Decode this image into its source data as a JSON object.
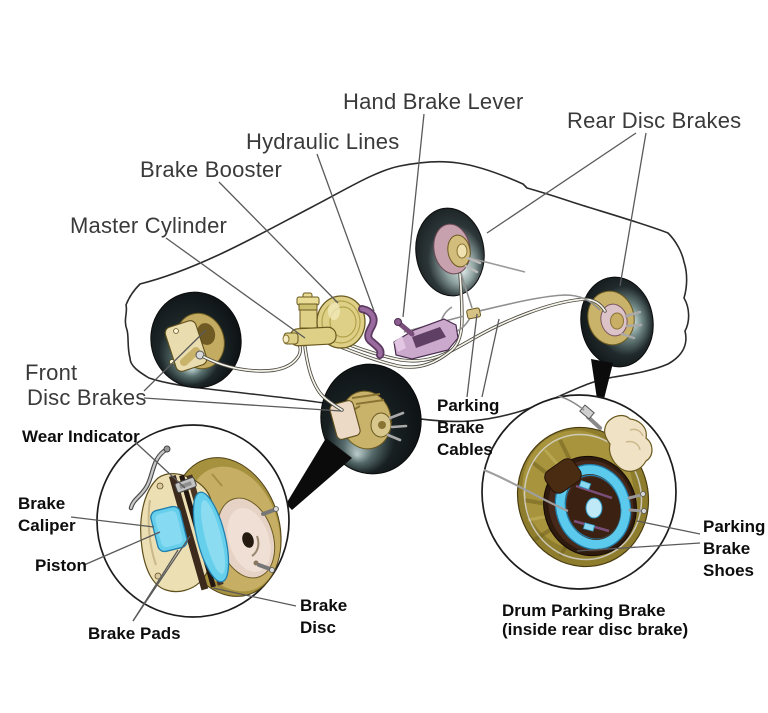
{
  "figure": {
    "type": "diagram",
    "subject": "Car brake system components cutaway with disc brake and drum parking brake detail insets"
  },
  "palette": {
    "label_gray": "#3a3a3a",
    "label_black": "#0d0d0d",
    "leader_line": "#5a5a5a",
    "car_outline": "#2b2b2b",
    "booster_yellow": "#ded187",
    "lever_purple": "#caa9cd",
    "caliper_cyan": "#66cfeb",
    "disc_gold": "#c6ae64",
    "drum_olive": "#8f7d2e",
    "drum_brown": "#46291a",
    "hub_pink": "#e6d3c6",
    "background": "#ffffff"
  },
  "labels": {
    "hand_brake_lever": {
      "text": "Hand Brake Lever"
    },
    "hydraulic_lines": {
      "text": "Hydraulic Lines"
    },
    "brake_booster": {
      "text": "Brake Booster"
    },
    "master_cylinder": {
      "text": "Master Cylinder"
    },
    "rear_disc_brakes": {
      "text": "Rear Disc Brakes"
    },
    "front_disc_brakes": {
      "lines": [
        "Front",
        "Disc Brakes"
      ]
    },
    "wear_indicator": {
      "text": "Wear Indicator"
    },
    "brake_caliper": {
      "lines": [
        "Brake",
        "Caliper"
      ]
    },
    "piston": {
      "text": "Piston"
    },
    "brake_pads": {
      "text": "Brake Pads"
    },
    "brake_disc": {
      "lines": [
        "Brake",
        "Disc"
      ]
    },
    "parking_brake_cables": {
      "lines": [
        "Parking",
        "Brake",
        "Cables"
      ]
    },
    "parking_brake_shoes": {
      "lines": [
        "Parking",
        "Brake",
        "Shoes"
      ]
    },
    "drum_parking_brake_caption": {
      "lines": [
        "Drum Parking Brake",
        "(inside rear disc brake)"
      ]
    }
  }
}
